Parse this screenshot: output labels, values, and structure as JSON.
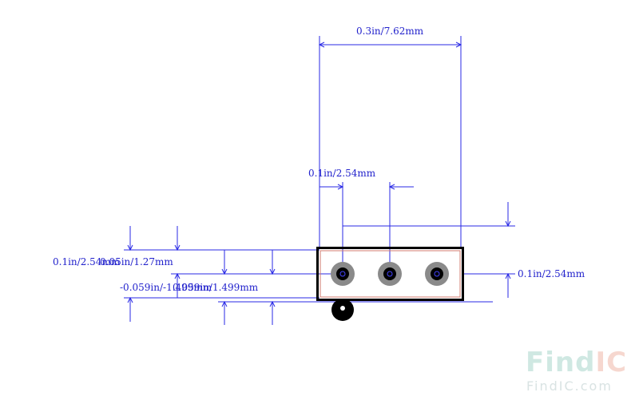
{
  "dimensions": {
    "row_pitch": "0.3in/7.62mm",
    "pin_pitch_top": "0.1in/2.54mm",
    "body_height_right": "0.1in/2.54mm",
    "left_label_1a": "0.1in/2.54mm",
    "left_label_1b": "0.05in/1.27mm",
    "left_label_2a": "-0.059in/-1.499mm",
    "left_label_2b": "0.059in/1.499mm"
  },
  "watermark": {
    "logo_part1": "Find",
    "logo_part2": "IC",
    "url": "FindIC.com"
  },
  "pins": [
    {
      "label": "o"
    },
    {
      "label": "o"
    },
    {
      "label": "o"
    }
  ]
}
